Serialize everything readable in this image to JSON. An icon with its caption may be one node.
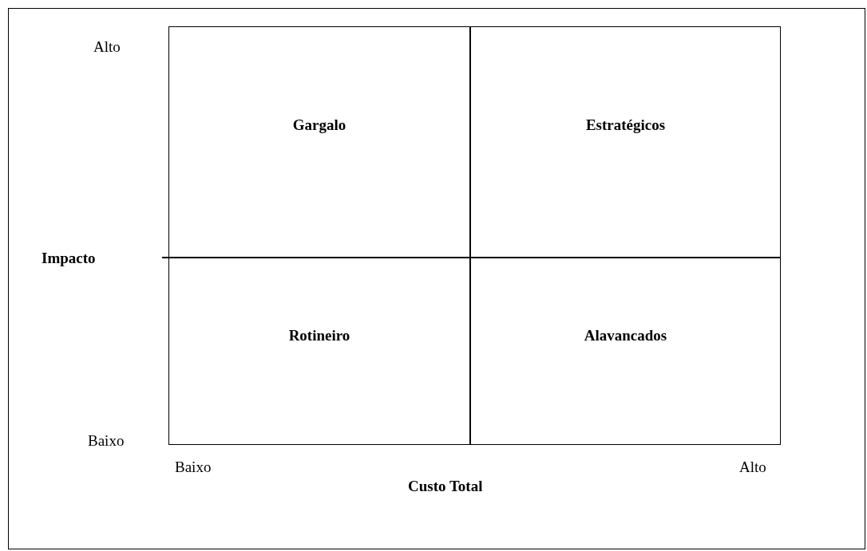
{
  "diagram": {
    "nodes": [
      {
        "text": [
          "Gargalo"
        ]
      },
      {
        "text": [
          "**Estratégico**s"
        ]
      },
      {
        "text": [
          "Rotineiro"
        ]
      },
      {
        "text": [
          "Alavancados"
        ]
      }
    ],
    "labels": [
      "Alto",
      "Impacto",
      "Baixo",
      "Baixo",
      "Alto",
      "Custo Total"
    ]
  }
}
